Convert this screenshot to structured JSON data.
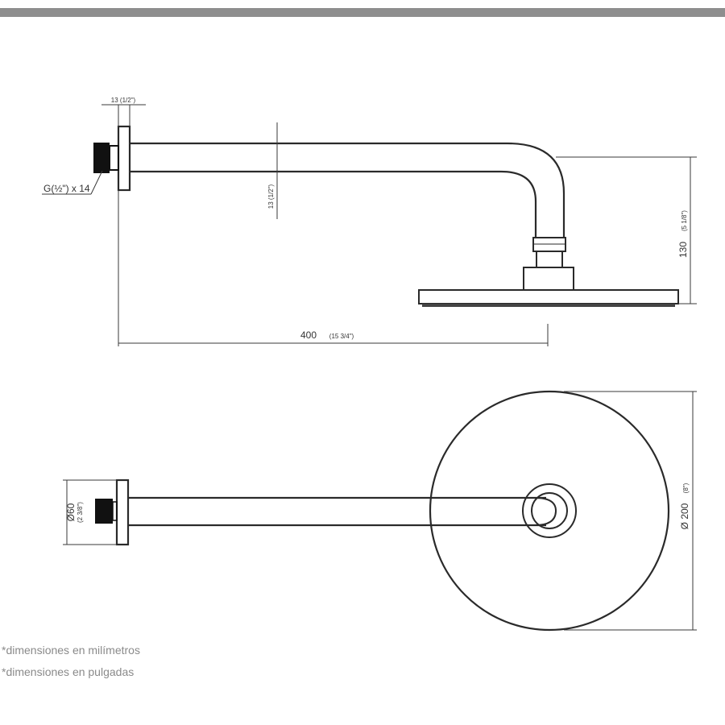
{
  "dimensions": {
    "pipe_top": "13 (1/2\")",
    "thread": "G(½\") x 14",
    "pipe_mid": "13 (1/2\")",
    "height_mm": "130",
    "height_in": "(5 1/8\")",
    "length_mm": "400",
    "length_in": "(15 3/4\")",
    "flange_mm": "Ø60",
    "flange_in": "(2 3/8\")",
    "diameter_mm": "Ø 200",
    "diameter_in": "(8\")"
  },
  "notes": {
    "mm": "*dimensiones en milímetros",
    "in": "*dimensiones en pulgadas"
  },
  "colors": {
    "line": "#2a2a2a",
    "bar": "#8e8e8e",
    "note": "#8a8a8a"
  }
}
